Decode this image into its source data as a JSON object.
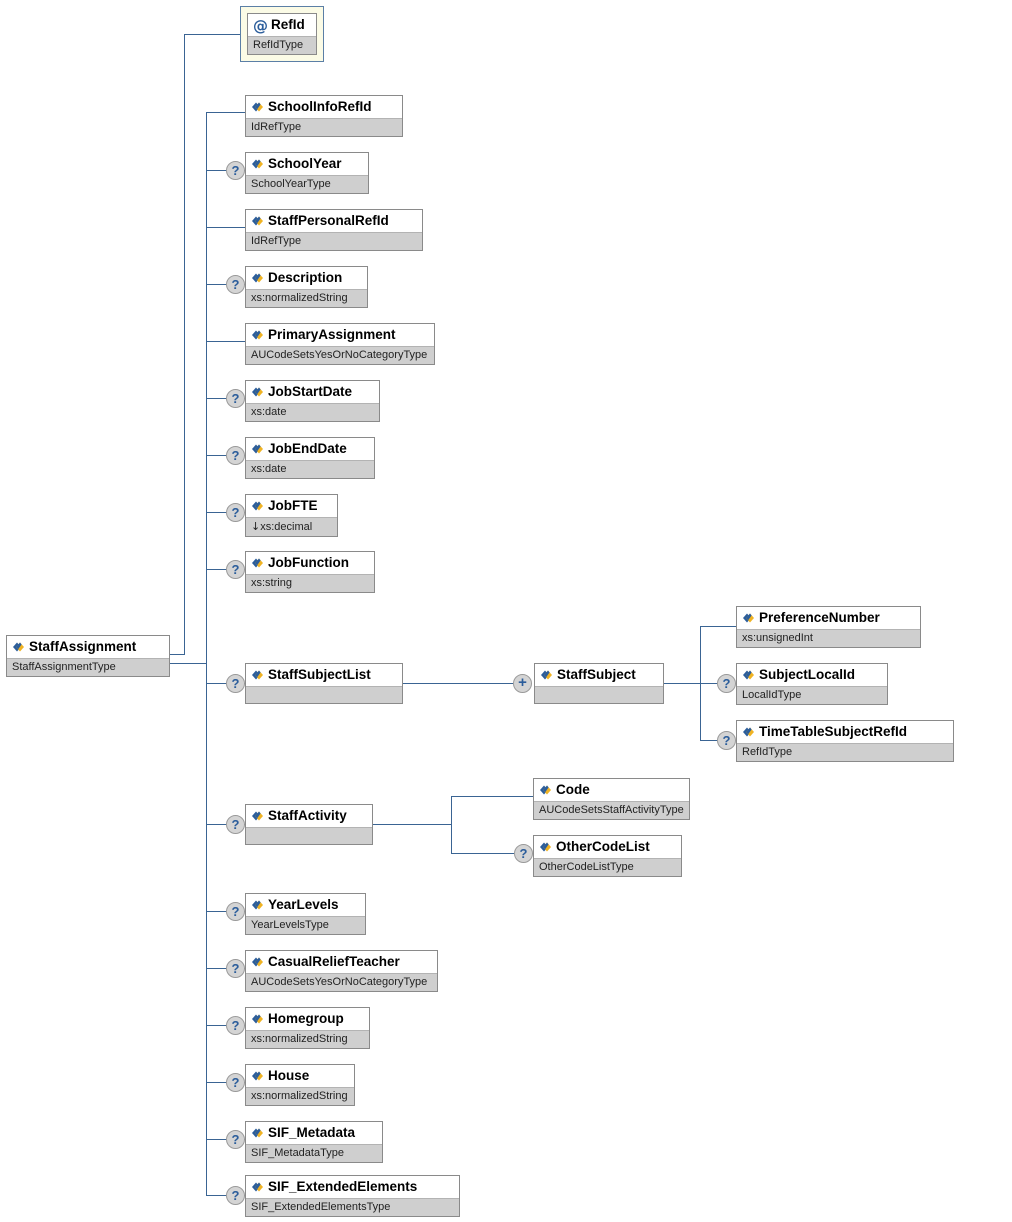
{
  "diagram": {
    "title": "StaffAssignment",
    "root": {
      "name": "StaffAssignment",
      "type": "StaffAssignmentType",
      "icon": "element-icon"
    },
    "colors": {
      "line": "#3a6493",
      "node_border": "#8a8a8a",
      "type_bg": "#cfcfcf",
      "attr_frame_bg": "#fbfbe6",
      "attr_frame_border": "#5b7fa6",
      "badge_bg": "#d4d4d4",
      "badge_fg": "#2b5d9b"
    },
    "nodes": [
      {
        "id": "refid",
        "name": "RefId",
        "type": "RefIdType",
        "icon": "attribute-icon",
        "optional": false,
        "expander": false,
        "kind": "attribute"
      },
      {
        "id": "schoolinforefid",
        "name": "SchoolInfoRefId",
        "type": "IdRefType",
        "icon": "element-icon",
        "optional": false,
        "expander": false,
        "kind": "element"
      },
      {
        "id": "schoolyear",
        "name": "SchoolYear",
        "type": "SchoolYearType",
        "icon": "element-icon",
        "optional": true,
        "expander": false,
        "kind": "element"
      },
      {
        "id": "staffpersonalrefid",
        "name": "StaffPersonalRefId",
        "type": "IdRefType",
        "icon": "element-icon",
        "optional": false,
        "expander": false,
        "kind": "element"
      },
      {
        "id": "description",
        "name": "Description",
        "type": "xs:normalizedString",
        "icon": "element-icon",
        "optional": true,
        "expander": false,
        "kind": "element"
      },
      {
        "id": "primaryassignment",
        "name": "PrimaryAssignment",
        "type": "AUCodeSetsYesOrNoCategoryType",
        "icon": "element-icon",
        "optional": false,
        "expander": false,
        "kind": "element"
      },
      {
        "id": "jobstartdate",
        "name": "JobStartDate",
        "type": "xs:date",
        "icon": "element-icon",
        "optional": true,
        "expander": false,
        "kind": "element"
      },
      {
        "id": "jobenddate",
        "name": "JobEndDate",
        "type": "xs:date",
        "icon": "element-icon",
        "optional": true,
        "expander": false,
        "kind": "element"
      },
      {
        "id": "jobfte",
        "name": "JobFTE",
        "type": "xs:decimal",
        "type_prefix": "↓",
        "icon": "element-icon",
        "optional": true,
        "expander": false,
        "kind": "element"
      },
      {
        "id": "jobfunction",
        "name": "JobFunction",
        "type": "xs:string",
        "icon": "element-icon",
        "optional": true,
        "expander": false,
        "kind": "element"
      },
      {
        "id": "staffsubjectlist",
        "name": "StaffSubjectList",
        "type": "",
        "icon": "element-icon",
        "optional": true,
        "expander": false,
        "kind": "element"
      },
      {
        "id": "staffsubject",
        "name": "StaffSubject",
        "type": "",
        "icon": "element-icon",
        "optional": false,
        "expander": true,
        "kind": "element"
      },
      {
        "id": "preferencenumber",
        "name": "PreferenceNumber",
        "type": "xs:unsignedInt",
        "icon": "element-icon",
        "optional": false,
        "expander": false,
        "kind": "element"
      },
      {
        "id": "subjectlocalid",
        "name": "SubjectLocalId",
        "type": "LocalIdType",
        "icon": "element-icon",
        "optional": true,
        "expander": false,
        "kind": "element"
      },
      {
        "id": "timetablesubjectrefid",
        "name": "TimeTableSubjectRefId",
        "type": "RefIdType",
        "icon": "element-icon",
        "optional": true,
        "expander": false,
        "kind": "element"
      },
      {
        "id": "staffactivity",
        "name": "StaffActivity",
        "type": "",
        "icon": "element-icon",
        "optional": true,
        "expander": false,
        "kind": "element"
      },
      {
        "id": "code",
        "name": "Code",
        "type": "AUCodeSetsStaffActivityType",
        "icon": "element-icon",
        "optional": false,
        "expander": false,
        "kind": "element"
      },
      {
        "id": "othercodelist",
        "name": "OtherCodeList",
        "type": "OtherCodeListType",
        "icon": "element-icon",
        "optional": true,
        "expander": false,
        "kind": "element"
      },
      {
        "id": "yearlevels",
        "name": "YearLevels",
        "type": "YearLevelsType",
        "icon": "element-icon",
        "optional": true,
        "expander": false,
        "kind": "element"
      },
      {
        "id": "casualreliefteacher",
        "name": "CasualReliefTeacher",
        "type": "AUCodeSetsYesOrNoCategoryType",
        "icon": "element-icon",
        "optional": true,
        "expander": false,
        "kind": "element"
      },
      {
        "id": "homegroup",
        "name": "Homegroup",
        "type": "xs:normalizedString",
        "icon": "element-icon",
        "optional": true,
        "expander": false,
        "kind": "element"
      },
      {
        "id": "house",
        "name": "House",
        "type": "xs:normalizedString",
        "icon": "element-icon",
        "optional": true,
        "expander": false,
        "kind": "element"
      },
      {
        "id": "sif_metadata",
        "name": "SIF_Metadata",
        "type": "SIF_MetadataType",
        "icon": "element-icon",
        "optional": true,
        "expander": false,
        "kind": "element"
      },
      {
        "id": "sif_extendedelements",
        "name": "SIF_ExtendedElements",
        "type": "SIF_ExtendedElementsType",
        "icon": "element-icon",
        "optional": true,
        "expander": false,
        "kind": "element"
      }
    ],
    "badges": {
      "optional_symbol": "?",
      "expander_symbol": "+"
    }
  }
}
